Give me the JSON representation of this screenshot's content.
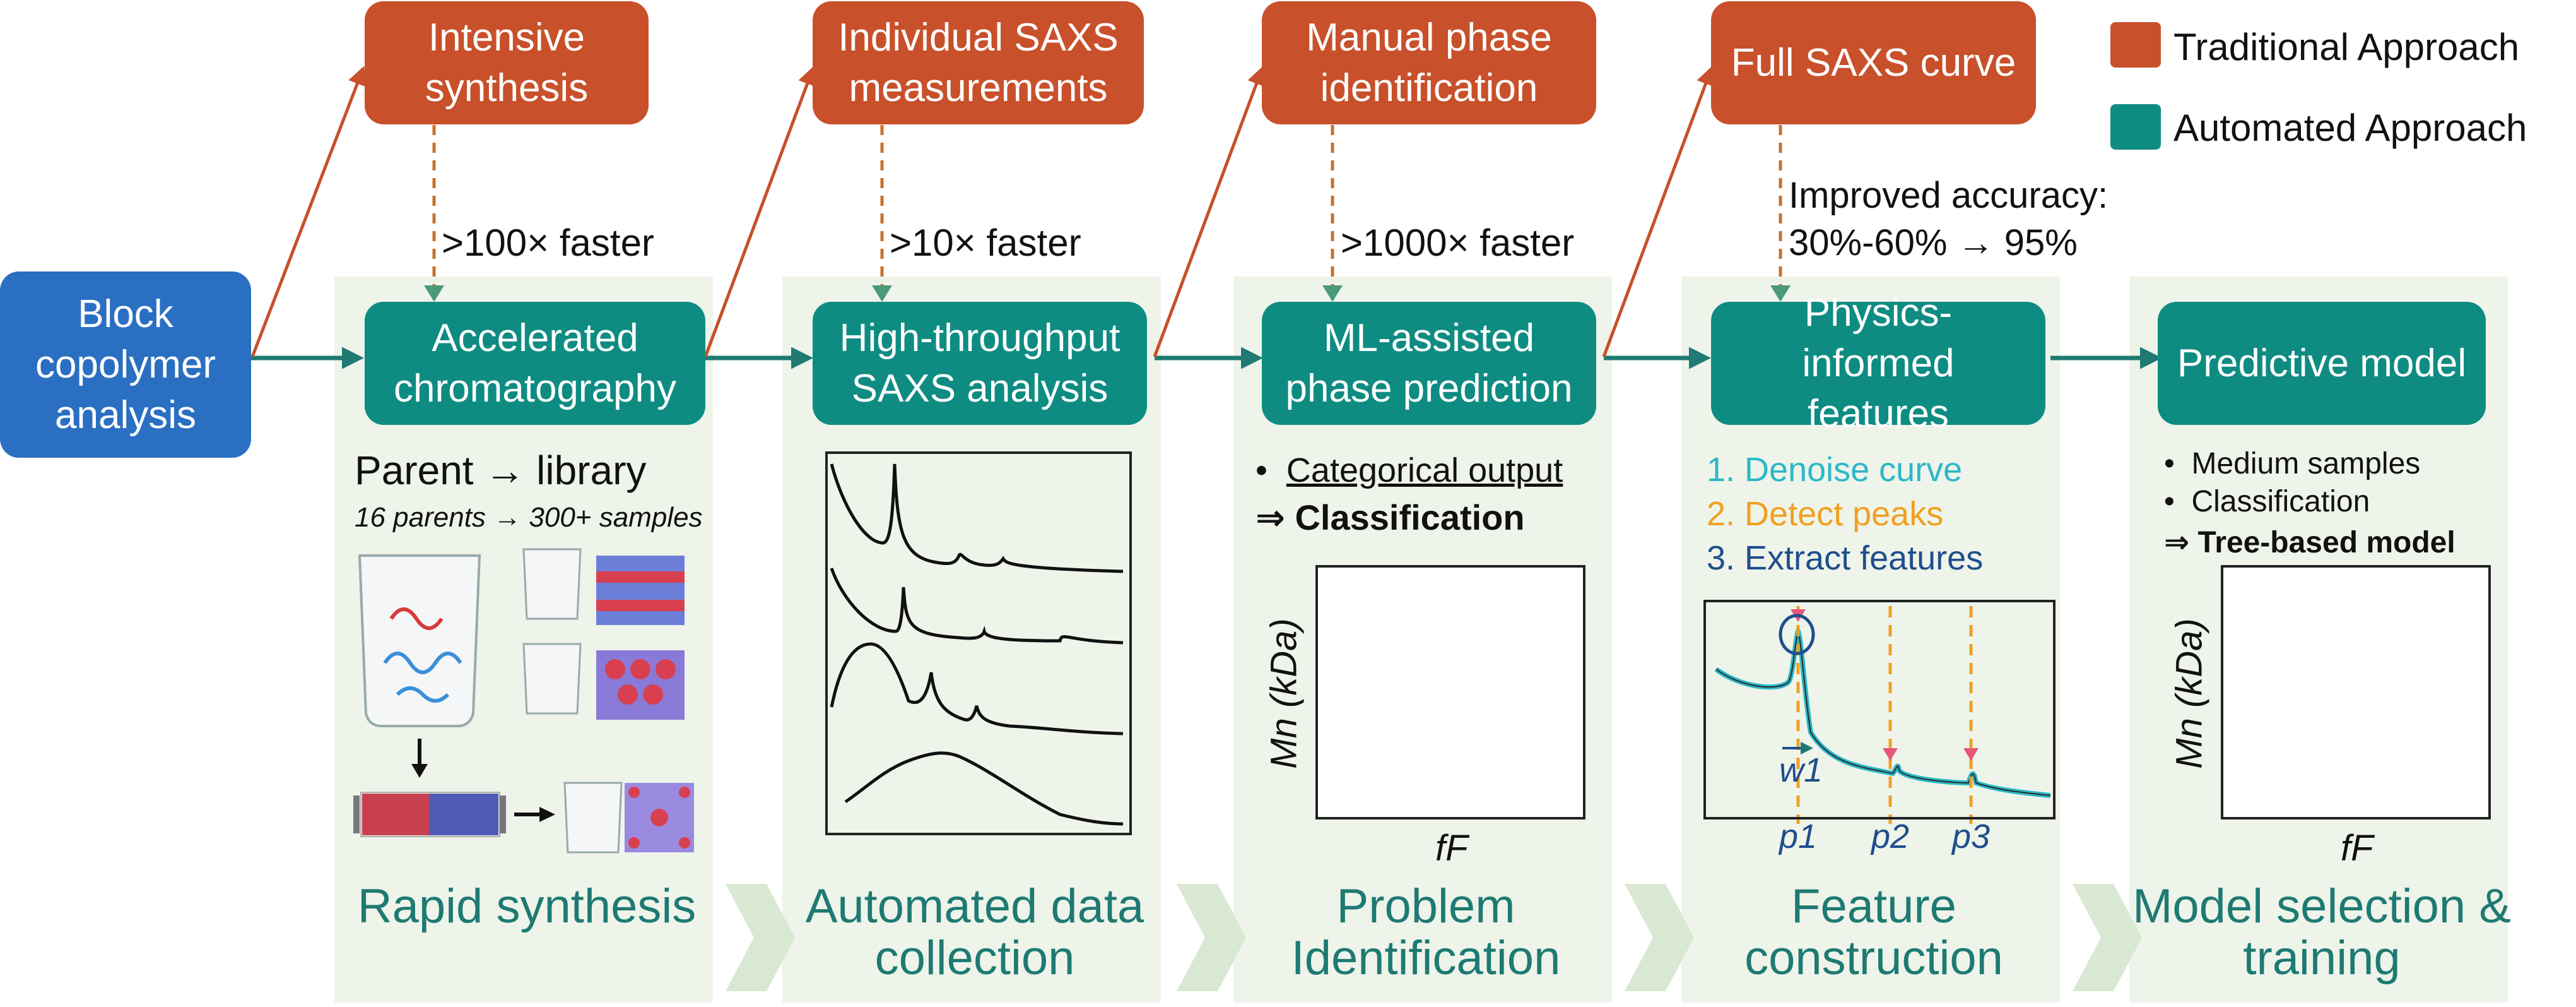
{
  "legend": {
    "traditional": "Traditional Approach",
    "automated": "Automated Approach",
    "traditional_color": "#c8502a",
    "automated_color": "#0e8c82"
  },
  "start_box": "Block copolymer analysis",
  "traditional": [
    "Intensive synthesis",
    "Individual SAXS measurements",
    "Manual phase identification",
    "Full SAXS curve"
  ],
  "speedups": [
    ">100× faster",
    ">10× faster",
    ">1000× faster",
    "Improved accuracy:",
    "30%-60% → 95%"
  ],
  "automated": [
    "Accelerated chromatography",
    "High-throughput SAXS analysis",
    "ML-assisted phase prediction",
    "Physics-informed features",
    "Predictive model"
  ],
  "synthesis": {
    "title": "Parent → library",
    "subtitle": "16 parents → 300+ samples"
  },
  "problem": {
    "bullet": "Categorical output",
    "result": "⇒ Classification",
    "ylabel": "Mn (kDa)",
    "xlabel": "fF"
  },
  "features": {
    "steps": [
      "1. Denoise curve",
      "2. Detect peaks",
      "3. Extract features"
    ],
    "step_colors": [
      "#2bb8c8",
      "#f0a020",
      "#1f4e8c"
    ],
    "width_label": "w1",
    "peak_labels": [
      "p1",
      "p2",
      "p3"
    ]
  },
  "model": {
    "bullets": [
      "Medium samples",
      "Classification"
    ],
    "result": "⇒ Tree-based model",
    "ylabel": "Mn (kDa)",
    "xlabel": "fF"
  },
  "stages": [
    "Rapid synthesis",
    "Automated data collection",
    "Problem Identification",
    "Feature construction",
    "Model selection & training"
  ]
}
